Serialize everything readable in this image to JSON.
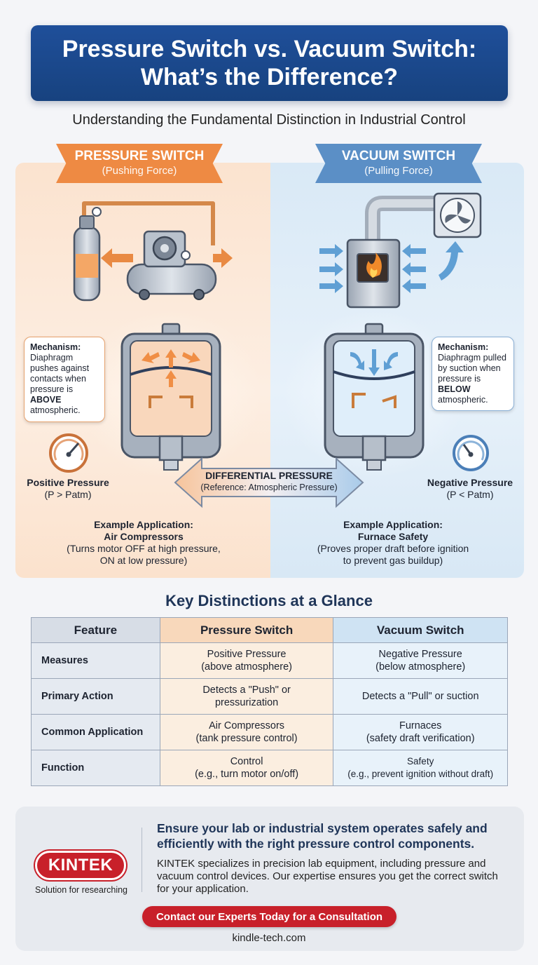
{
  "header": {
    "title_line1": "Pressure Switch vs. Vacuum Switch:",
    "title_line2": "What’s the Difference?",
    "subtitle": "Understanding the Fundamental Distinction in Industrial Control"
  },
  "pressure": {
    "title": "PRESSURE SWITCH",
    "force": "(Pushing Force)",
    "mechanism": {
      "heading": "Mechanism:",
      "text": "Diaphragm pushes against contacts when pressure is",
      "emphasis": "ABOVE",
      "tail": "atmospheric."
    },
    "gauge_label": "Positive Pressure",
    "gauge_sub": "(P > Patm)",
    "app_heading": "Example Application:",
    "app_name": "Air Compressors",
    "app_desc_line1": "(Turns motor OFF at high pressure,",
    "app_desc_line2": "ON at low pressure)"
  },
  "vacuum": {
    "title": "VACUUM SWITCH",
    "force": "(Pulling Force)",
    "mechanism": {
      "heading": "Mechanism:",
      "text": "Diaphragm pulled by suction when pressure is",
      "emphasis": "BELOW",
      "tail": "atmospheric."
    },
    "gauge_label": "Negative Pressure",
    "gauge_sub": "(P < Patm)",
    "app_heading": "Example Application:",
    "app_name": "Furnace Safety",
    "app_desc_line1": "(Proves proper draft before ignition",
    "app_desc_line2": "to prevent gas buildup)"
  },
  "differential": {
    "label": "DIFFERENTIAL PRESSURE",
    "reference": "(Reference: Atmospheric Pressure)"
  },
  "table": {
    "title": "Key Distinctions at a Glance",
    "headers": [
      "Feature",
      "Pressure Switch",
      "Vacuum Switch"
    ],
    "rows": [
      {
        "feature": "Measures",
        "p1": "Positive Pressure",
        "p2": "(above atmosphere)",
        "v1": "Negative Pressure",
        "v2": "(below atmosphere)"
      },
      {
        "feature": "Primary Action",
        "p1": "Detects a \"Push\" or",
        "p2": "pressurization",
        "v1": "Detects a \"Pull\" or suction",
        "v2": ""
      },
      {
        "feature": "Common Application",
        "p1": "Air Compressors",
        "p2": "(tank pressure control)",
        "v1": "Furnaces",
        "v2": "(safety draft verification)"
      },
      {
        "feature": "Function",
        "p1": "Control",
        "p2": "(e.g., turn motor on/off)",
        "v1": "Safety",
        "v2": "(e.g., prevent ignition without draft)"
      }
    ]
  },
  "footer": {
    "logo": "KINTEK",
    "logo_tagline": "Solution for researching",
    "headline": "Ensure your lab or industrial system operates safely and efficiently with the right pressure control components.",
    "body": "KINTEK specializes in precision lab equipment, including pressure and vacuum control devices. Our expertise ensures you get the correct switch for your application.",
    "cta": "Contact our Experts Today for a Consultation",
    "url": "kindle-tech.com"
  },
  "colors": {
    "header_blue": "#1f4f9a",
    "pressure_orange": "#ee8a43",
    "vacuum_blue": "#5b8fc6",
    "brand_red": "#c8202a"
  },
  "icons": [
    "gas-cylinder-icon",
    "air-compressor-icon",
    "furnace-icon",
    "exhaust-fan-icon",
    "pressure-gauge-icon",
    "vacuum-gauge-icon",
    "diaphragm-switch-icon"
  ]
}
